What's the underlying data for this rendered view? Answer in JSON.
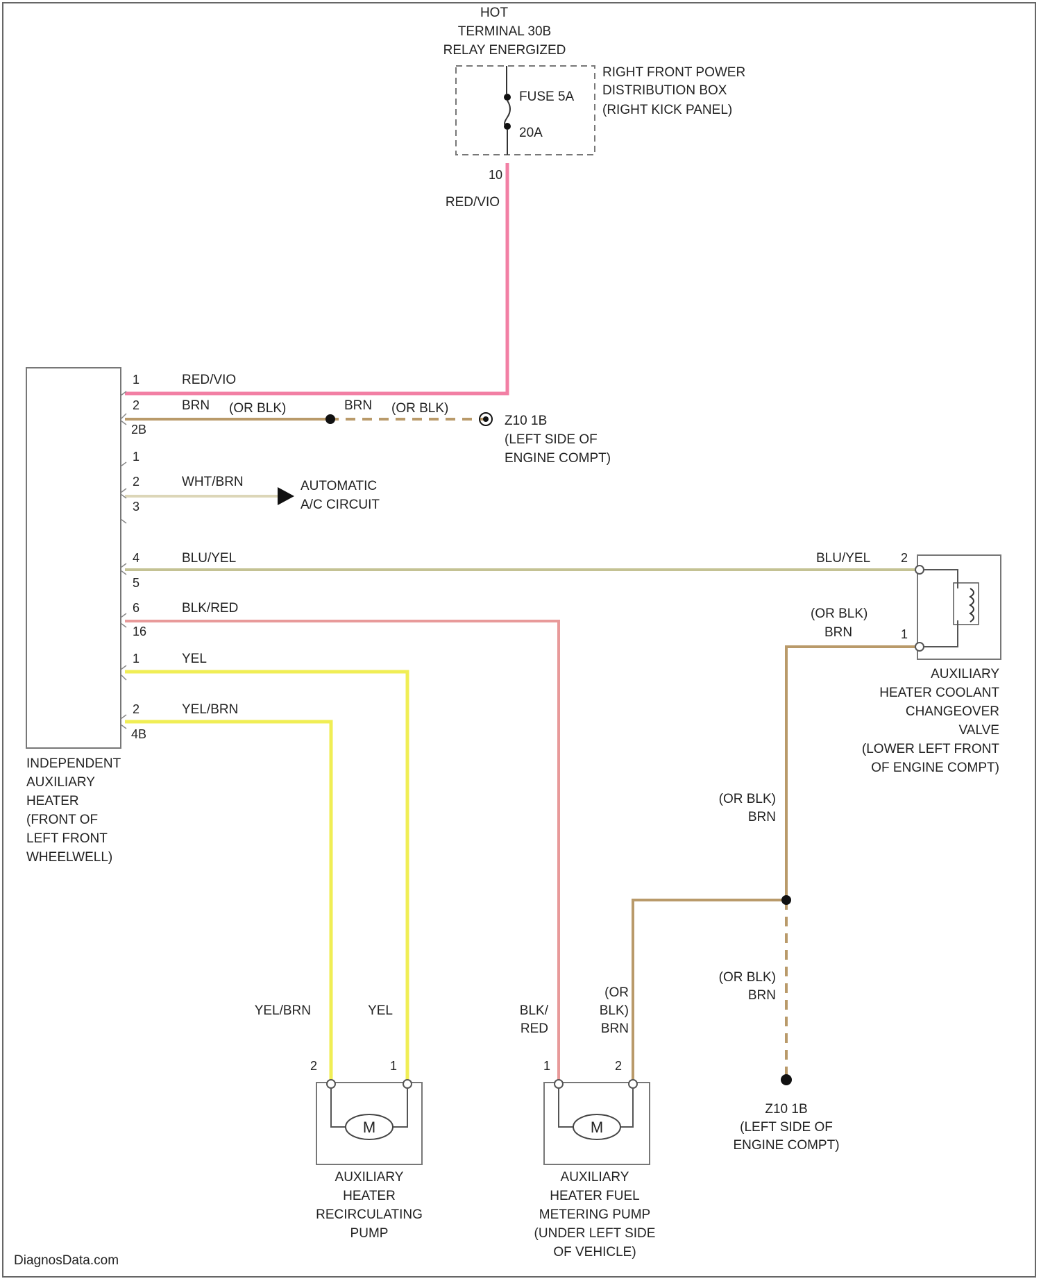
{
  "header": {
    "lines": [
      "HOT",
      "TERMINAL 30B",
      "RELAY ENERGIZED"
    ]
  },
  "fuse_box": {
    "fuse_label": "FUSE 5A",
    "rating": "20A",
    "output_pin": "10",
    "caption": [
      "RIGHT FRONT POWER",
      "DISTRIBUTION BOX",
      "(RIGHT KICK PANEL)"
    ]
  },
  "heater": {
    "caption": [
      "INDEPENDENT",
      "AUXILIARY",
      "HEATER",
      "(FRONT OF",
      "LEFT FRONT",
      "WHEELWELL)"
    ],
    "pins": {
      "p1": "1",
      "p2": "2",
      "p2b": "2B",
      "pb1": "1",
      "pb2": "2",
      "pb3": "3",
      "pc4": "4",
      "pc5": "5",
      "pc6": "6",
      "pc16": "16",
      "pd1": "1",
      "pd2": "2",
      "pd4b": "4B"
    }
  },
  "wires": {
    "red_vio_top": "RED/VIO",
    "red_vio_heater": "RED/VIO",
    "brn_a": "BRN",
    "or_blk_a": "(OR BLK)",
    "brn_b": "BRN",
    "or_blk_b": "(OR BLK)",
    "wht_brn": "WHT/BRN",
    "blu_yel_left": "BLU/YEL",
    "blu_yel_right": "BLU/YEL",
    "blk_red": "BLK/RED",
    "yel": "YEL",
    "yel_brn": "YEL/BRN",
    "valve_or_blk": "(OR BLK)",
    "valve_brn": "BRN",
    "mid_or_blk": "(OR BLK)",
    "mid_brn": "BRN",
    "low_or_blk": "(OR BLK)",
    "low_brn": "BRN",
    "pump1_yel_brn": "YEL/BRN",
    "pump1_yel": "YEL",
    "pump2_blk": "BLK/",
    "pump2_red": "RED",
    "pump2_or": "(OR",
    "pump2_blk2": "BLK)",
    "pump2_brn": "BRN"
  },
  "ground_top": {
    "label": "Z10 1B",
    "caption": [
      "(LEFT SIDE OF",
      "ENGINE COMPT)"
    ]
  },
  "ground_bottom": {
    "label": "Z10 1B",
    "caption": [
      "(LEFT SIDE OF",
      "ENGINE COMPT)"
    ]
  },
  "ac_circuit": [
    "AUTOMATIC",
    "A/C CIRCUIT"
  ],
  "valve": {
    "pin2": "2",
    "pin1": "1",
    "caption": [
      "AUXILIARY",
      "HEATER COOLANT",
      "CHANGEOVER",
      "VALVE",
      "(LOWER LEFT FRONT",
      "OF ENGINE COMPT)"
    ]
  },
  "recirc_pump": {
    "pin2": "2",
    "pin1": "1",
    "motor": "M",
    "caption": [
      "AUXILIARY",
      "HEATER",
      "RECIRCULATING",
      "PUMP"
    ]
  },
  "fuel_pump": {
    "pin1": "1",
    "pin2": "2",
    "motor": "M",
    "caption": [
      "AUXILIARY",
      "HEATER FUEL",
      "METERING PUMP",
      "(UNDER LEFT SIDE",
      "OF VEHICLE)"
    ]
  },
  "watermark": "DiagnosData.com",
  "colors": {
    "red_vio": "#f27fa4",
    "brn": "#b99a6a",
    "blu_yel": "#c4c294",
    "blk_red": "#e89a9a",
    "yel": "#f0ee55",
    "wht_brn": "#dcd6b8"
  }
}
